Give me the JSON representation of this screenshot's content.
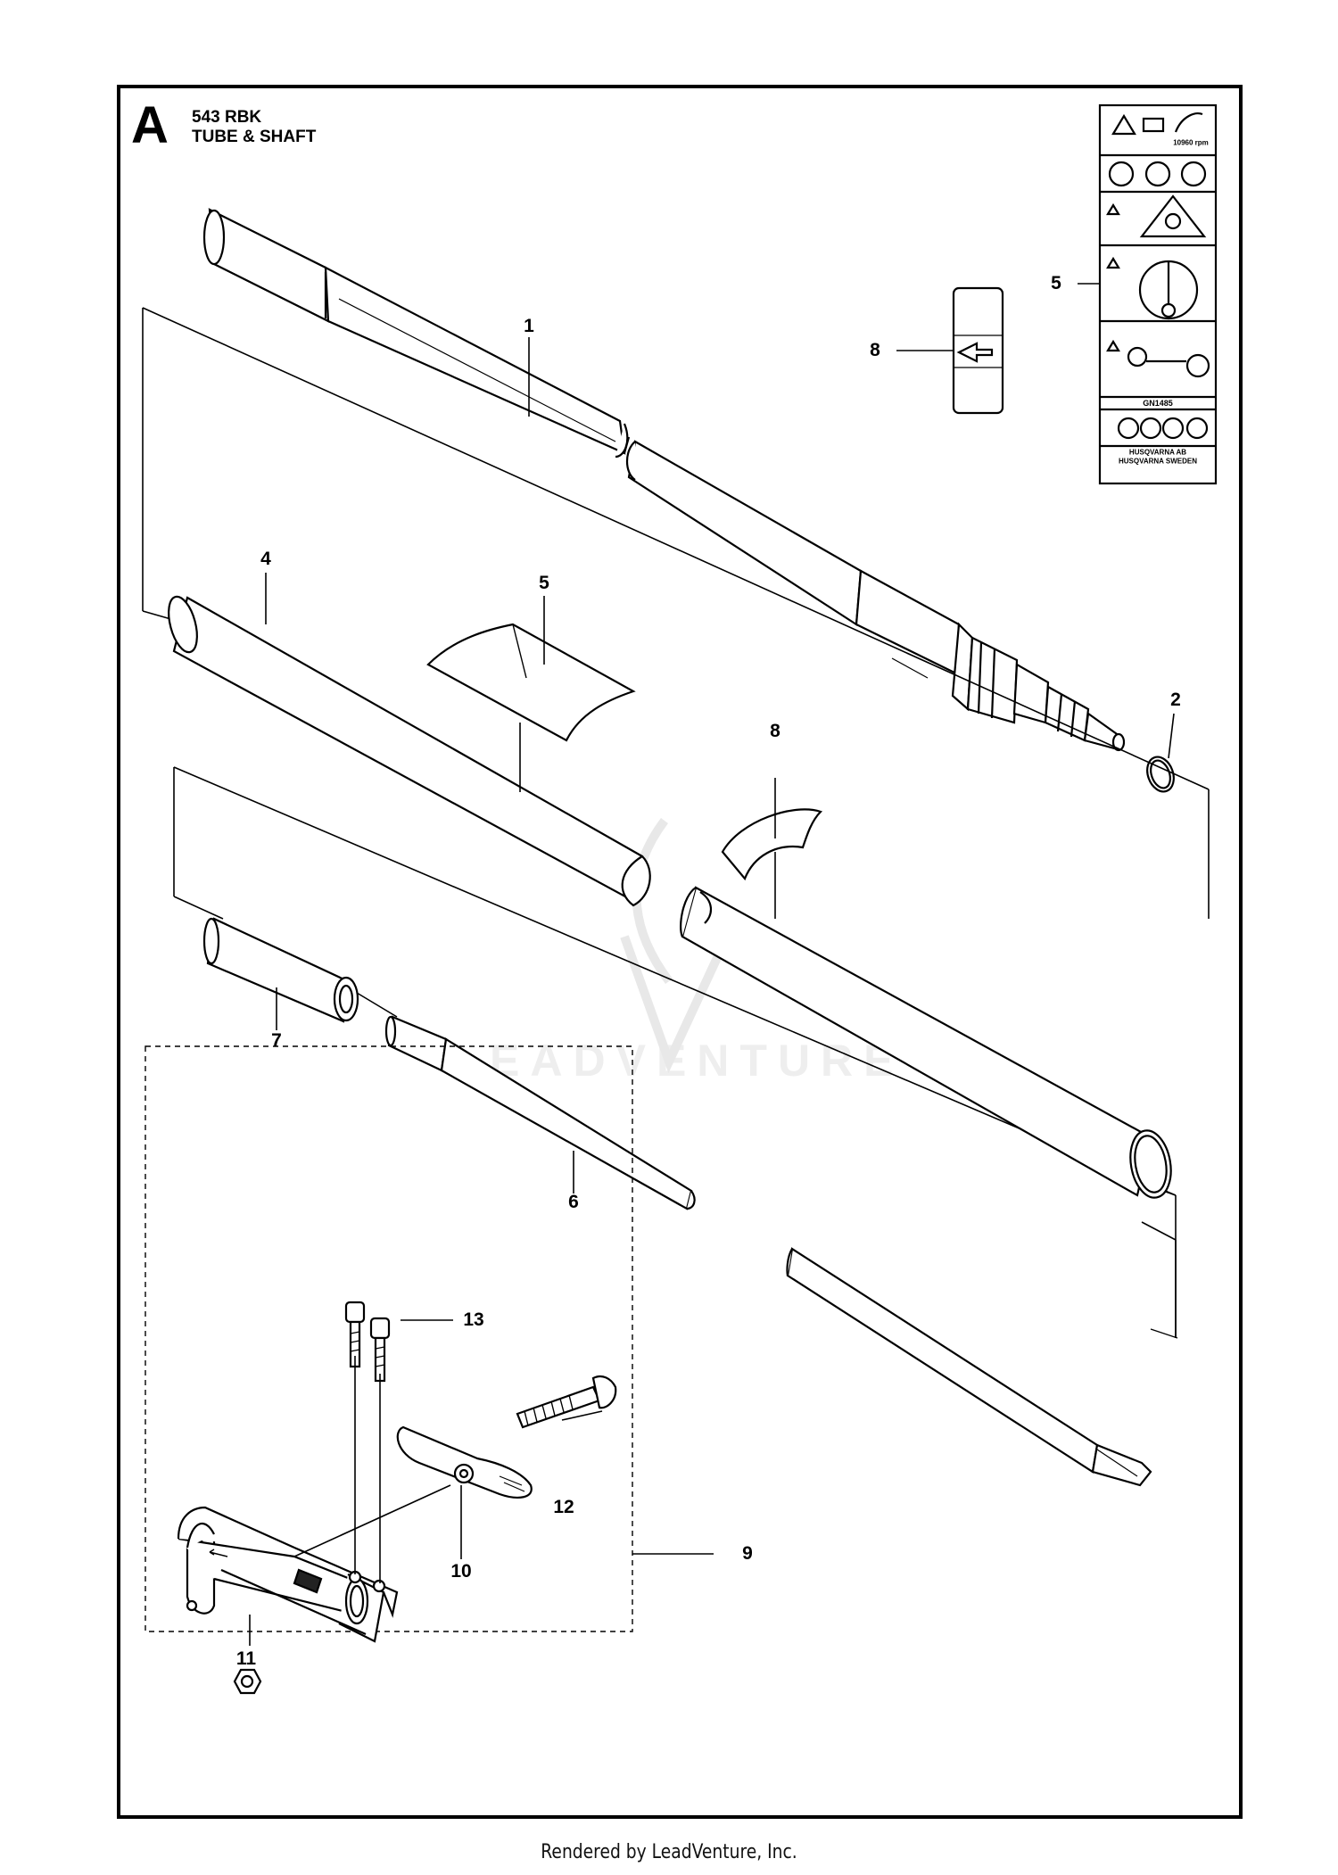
{
  "header": {
    "section_letter": "A",
    "model": "543 RBK",
    "title": "TUBE & SHAFT"
  },
  "callouts": {
    "c1": "1",
    "c2": "2",
    "c4": "4",
    "c5_top": "5",
    "c5_mid": "5",
    "c6": "6",
    "c7": "7",
    "c8_top": "8",
    "c8_mid": "8",
    "c9": "9",
    "c10": "10",
    "c11": "11",
    "c12": "12",
    "c13": "13"
  },
  "decal": {
    "rpm": "10960 rpm",
    "code": "GN1485",
    "maker": "HUSQVARNA AB",
    "address": "HUSQVARNA SWEDEN"
  },
  "watermark": "LEADVENTURE",
  "footer": "Rendered by LeadVenture, Inc."
}
